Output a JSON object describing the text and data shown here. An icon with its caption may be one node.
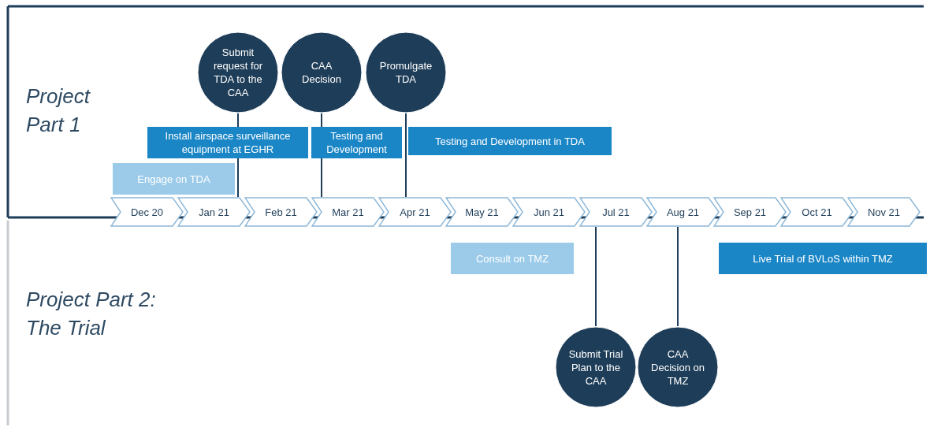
{
  "diagram": {
    "nodes": [
      {
        "text": [
          "Submit request for TDA to the CAA"
        ]
      },
      {
        "text": [
          "CAA Decision"
        ]
      },
      {
        "text": [
          "Promulgate TDA"
        ]
      },
      {
        "text": [
          "Install airspace surveillance equipment at EGHR"
        ]
      },
      {
        "text": [
          "Testing and Development"
        ]
      },
      {
        "text": [
          "Testing and Development in TDA"
        ]
      },
      {
        "text": [
          "Engage on TDA"
        ]
      },
      {
        "text": [
          "Dec 20"
        ]
      },
      {
        "text": [
          "Jan 21"
        ]
      },
      {
        "text": [
          "Feb 21"
        ]
      },
      {
        "text": [
          "Mar 21"
        ]
      },
      {
        "text": [
          "Apr 21"
        ]
      },
      {
        "text": [
          "May 21"
        ]
      },
      {
        "text": [
          "Jun 21"
        ]
      },
      {
        "text": [
          "Jul 21"
        ]
      },
      {
        "text": [
          "Aug 21"
        ]
      },
      {
        "text": [
          "Sep 21"
        ]
      },
      {
        "text": [
          "Oct 21"
        ]
      },
      {
        "text": [
          "Nov 21"
        ]
      },
      {
        "text": [
          "Consult on TMZ"
        ]
      },
      {
        "text": [
          "Live Trial of BVLoS within TMZ"
        ]
      },
      {
        "text": [
          "Submit Trial Plan to the CAA"
        ]
      },
      {
        "text": [
          "CAA Decision on TMZ"
        ]
      }
    ],
    "edges": [
      {
        "from": 0,
        "to": 8,
        "arrow": "none"
      },
      {
        "from": 1,
        "to": 10,
        "arrow": "none"
      },
      {
        "from": 2,
        "to": 11,
        "arrow": "none"
      },
      {
        "from": 21,
        "to": 14,
        "arrow": "none"
      },
      {
        "from": 22,
        "to": 15,
        "arrow": "none"
      }
    ],
    "labels": [
      "Project Part 1",
      "Project Part 2: The Trial"
    ]
  }
}
